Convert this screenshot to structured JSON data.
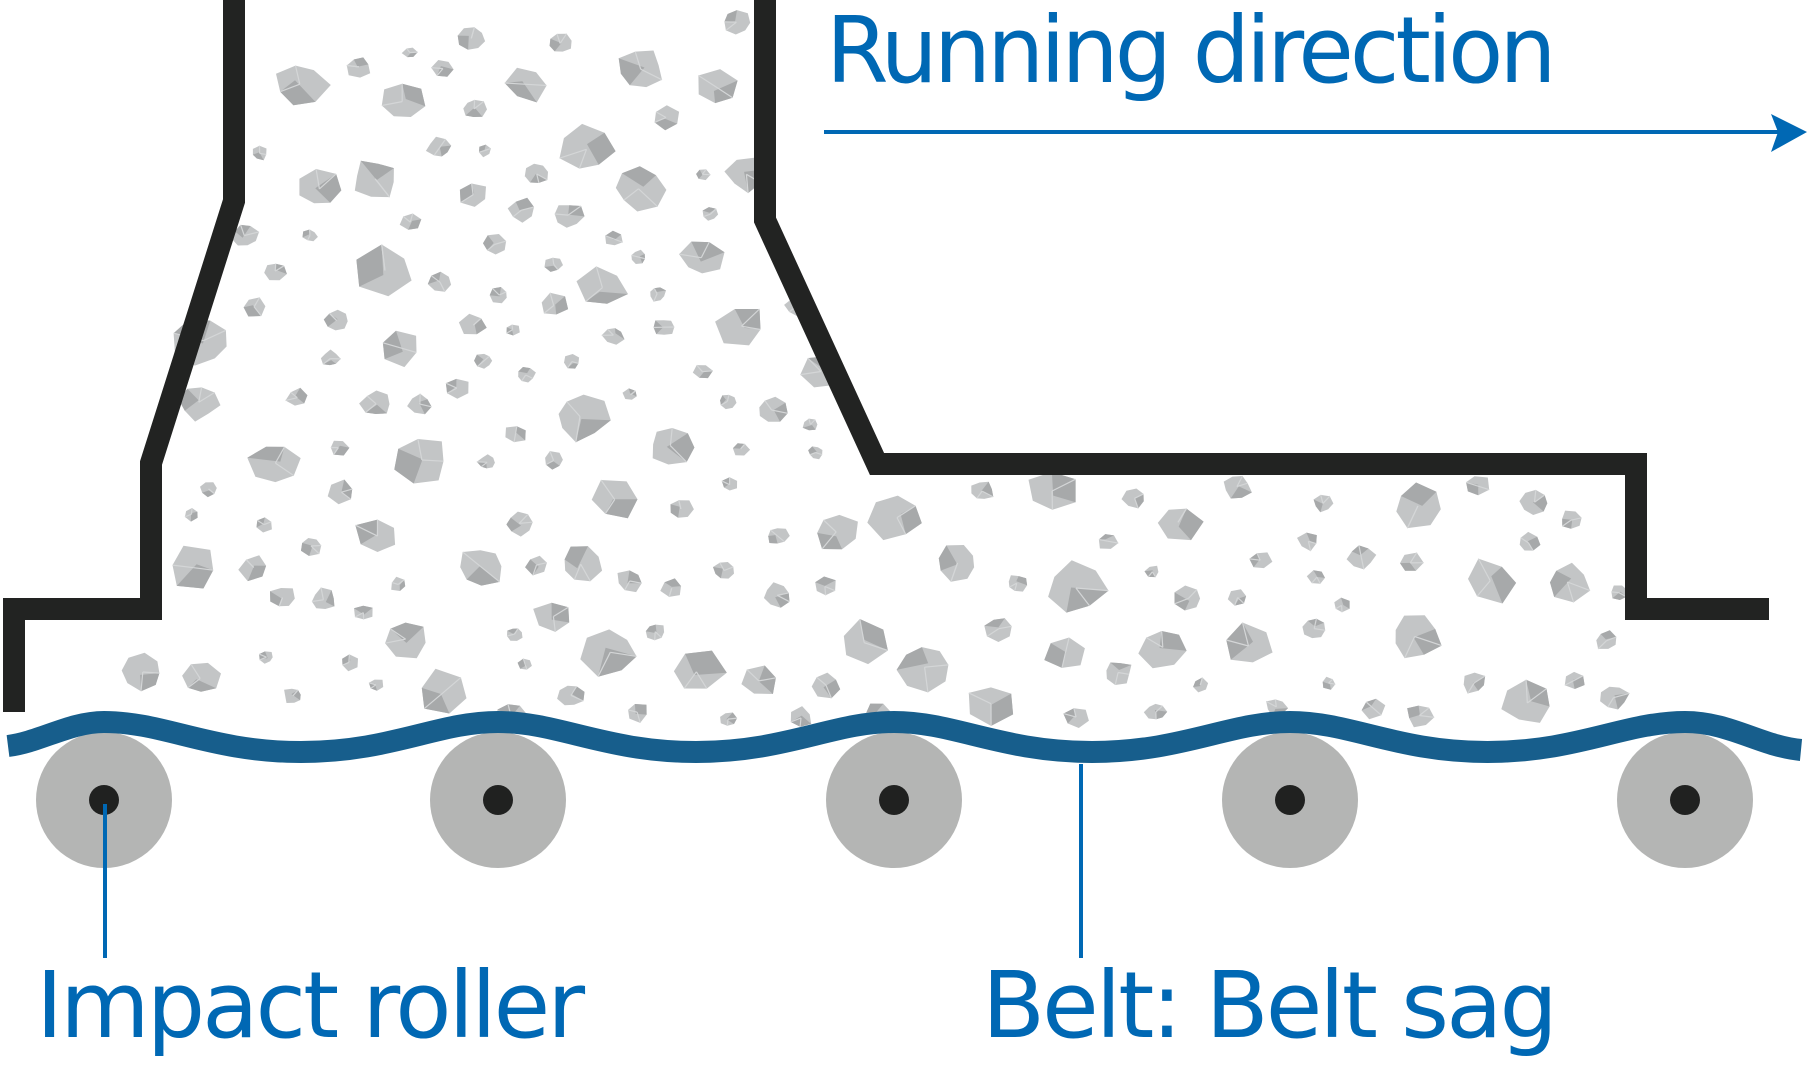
{
  "diagram": {
    "title": "Conveyor belt loading zone with impact rollers",
    "labels": {
      "running_direction": "Running direction",
      "impact_roller": "Impact roller",
      "belt_sag": "Belt: Belt sag"
    },
    "components": {
      "chute": "chute-outline",
      "material": "bulk-material-rocks",
      "belt": "conveyor-belt",
      "rollers": 5
    },
    "colors": {
      "label_blue": "#0068b4",
      "belt_blue": "#175e8c",
      "chute_black": "#222322",
      "roller_gray": "#b4b5b4",
      "axle_black": "#202120",
      "rock_light": "#c3c5c6",
      "rock_dark": "#a7a9aa"
    }
  }
}
